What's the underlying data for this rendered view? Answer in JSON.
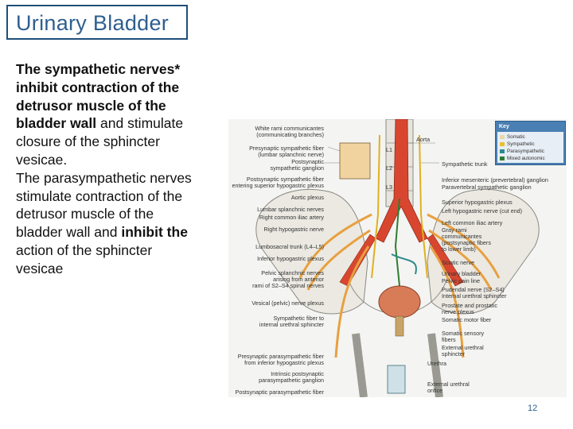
{
  "slide": {
    "title": "Urinary Bladder",
    "page_number": "12"
  },
  "body": {
    "lines": [
      [
        {
          "t": "The sympathetic nerves*",
          "b": true
        }
      ],
      [
        {
          "t": "inhibit contraction of the",
          "b": true
        }
      ],
      [
        {
          "t": "detrusor muscle of the",
          "b": true
        }
      ],
      [
        {
          "t": "bladder wall",
          "b": true
        },
        {
          "t": " and stimulate",
          "b": false
        }
      ],
      [
        {
          "t": "closure of the sphincter",
          "b": false
        }
      ],
      [
        {
          "t": "vesicae.",
          "b": false
        }
      ],
      [
        {
          "t": "The parasympathetic nerves",
          "b": false
        }
      ],
      [
        {
          "t": "stimulate contraction of the",
          "b": false
        }
      ],
      [
        {
          "t": "detrusor muscle of the",
          "b": false
        }
      ],
      [
        {
          "t": "bladder wall",
          "b": false
        },
        {
          "t": " and ",
          "b": false
        },
        {
          "t": "inhibit the",
          "b": true
        }
      ],
      [
        {
          "t": "action of the sphincter",
          "b": false
        }
      ],
      [
        {
          "t": "vesicae",
          "b": false
        }
      ]
    ]
  },
  "figure": {
    "key": {
      "title": "Key",
      "items": [
        {
          "label": "Somatic",
          "color": "#e8d8a8"
        },
        {
          "label": "Sympathetic",
          "color": "#e8c030"
        },
        {
          "label": "Parasympathetic",
          "color": "#2a8a8a"
        },
        {
          "label": "Mixed autonomic",
          "color": "#2e7d32"
        }
      ]
    },
    "labels_left": [
      "White rami communicantes",
      "(communicating branches)",
      "Presynaptic sympathetic fiber",
      "(lumbar splanchnic nerve)",
      "Postsynaptic",
      "sympathetic ganglion",
      "Postsynaptic sympathetic fiber",
      "entering superior hypogastric plexus",
      "Aortic plexus",
      "Lumbar splanchnic nerves",
      "Right common iliac artery",
      "Right hypogastric nerve",
      "Lumbosacral trunk (L4–L5)",
      "Inferior hypogastric plexus",
      "Pelvic splanchnic nerves",
      "arising from anterior",
      "rami of S2–S4 spinal nerves",
      "Vesical (pelvic) nerve plexus",
      "Sympathetic fiber to",
      "internal urethral sphincter",
      "Presynaptic parasympathetic fiber",
      "from inferior hypogastric plexus",
      "Intrinsic postsynaptic",
      "parasympathetic ganglion",
      "Postsynaptic parasympathetic fiber"
    ],
    "labels_right": [
      "Aorta",
      "Sympathetic trunk",
      "Inferior mesenteric (prevertebral) ganglion",
      "Paravertebral sympathetic ganglion",
      "Superior hypogastric plexus",
      "Left hypogastric nerve (cut end)",
      "Left common iliac artery",
      "Gray rami",
      "communicantes",
      "(postsynaptic fibers",
      "to lower limb)",
      "Sciatic nerve",
      "Urinary bladder",
      "Pelvic pain line",
      "Pudendal nerve (S2–S4)",
      "Internal urethral sphincter",
      "Prostate and prostatic",
      "nerve plexus",
      "Somatic motor fiber",
      "Somatic sensory",
      "fibers",
      "External urethral",
      "sphincter",
      "Urethra",
      "External urethral",
      "orifice"
    ],
    "vertebra_labels": [
      "L1",
      "L2",
      "L3"
    ]
  }
}
